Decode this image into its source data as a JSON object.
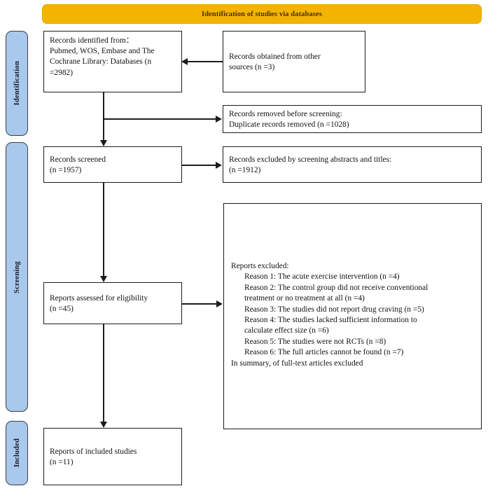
{
  "banner": {
    "title": "Identification of studies via databases"
  },
  "phases": [
    {
      "name": "identification",
      "label": "Identification"
    },
    {
      "name": "screening",
      "label": "Screening"
    },
    {
      "name": "included",
      "label": "Included"
    }
  ],
  "boxes": {
    "records_identified": {
      "text": "Records identified from：\nPubmed, WOS, Embase and The\nCochrane Library: Databases (n\n=2982)"
    },
    "records_other_sources": {
      "text": "Records obtained from other\nsources (n =3)"
    },
    "records_removed": {
      "text": "Records removed before screening:\nDuplicate records removed (n =1028)"
    },
    "records_screened": {
      "text": "Records screened\n(n =1957)"
    },
    "records_excluded": {
      "text": "Records excluded by screening abstracts and titles:\n(n =1912)"
    },
    "reports_assessed": {
      "text": "Reports assessed for eligibility\n(n =45)"
    },
    "reports_excluded": {
      "heading": "Reports excluded:",
      "reasons": [
        "Reason 1: The acute exercise intervention (n =4)",
        "Reason 2: The control group did not receive conventional\ntreatment or no treatment at all (n =4)",
        "Reason 3: The studies did not report drug craving (n =5)",
        "Reason 4: The studies lacked sufficient information to\ncalculate effect size (n =6)",
        "Reason 5: The studies were not RCTs (n =8)",
        "Reason 6: The full articles cannot be found (n =7)"
      ],
      "summary": "In summary, of full-text articles excluded"
    },
    "reports_included": {
      "text": "Reports of included studies\n(n =11)"
    }
  },
  "colors": {
    "banner_fill": "#F5B301",
    "phase_fill": "#A8C8EC",
    "box_border": "#1c1c1c",
    "text": "#111111"
  }
}
